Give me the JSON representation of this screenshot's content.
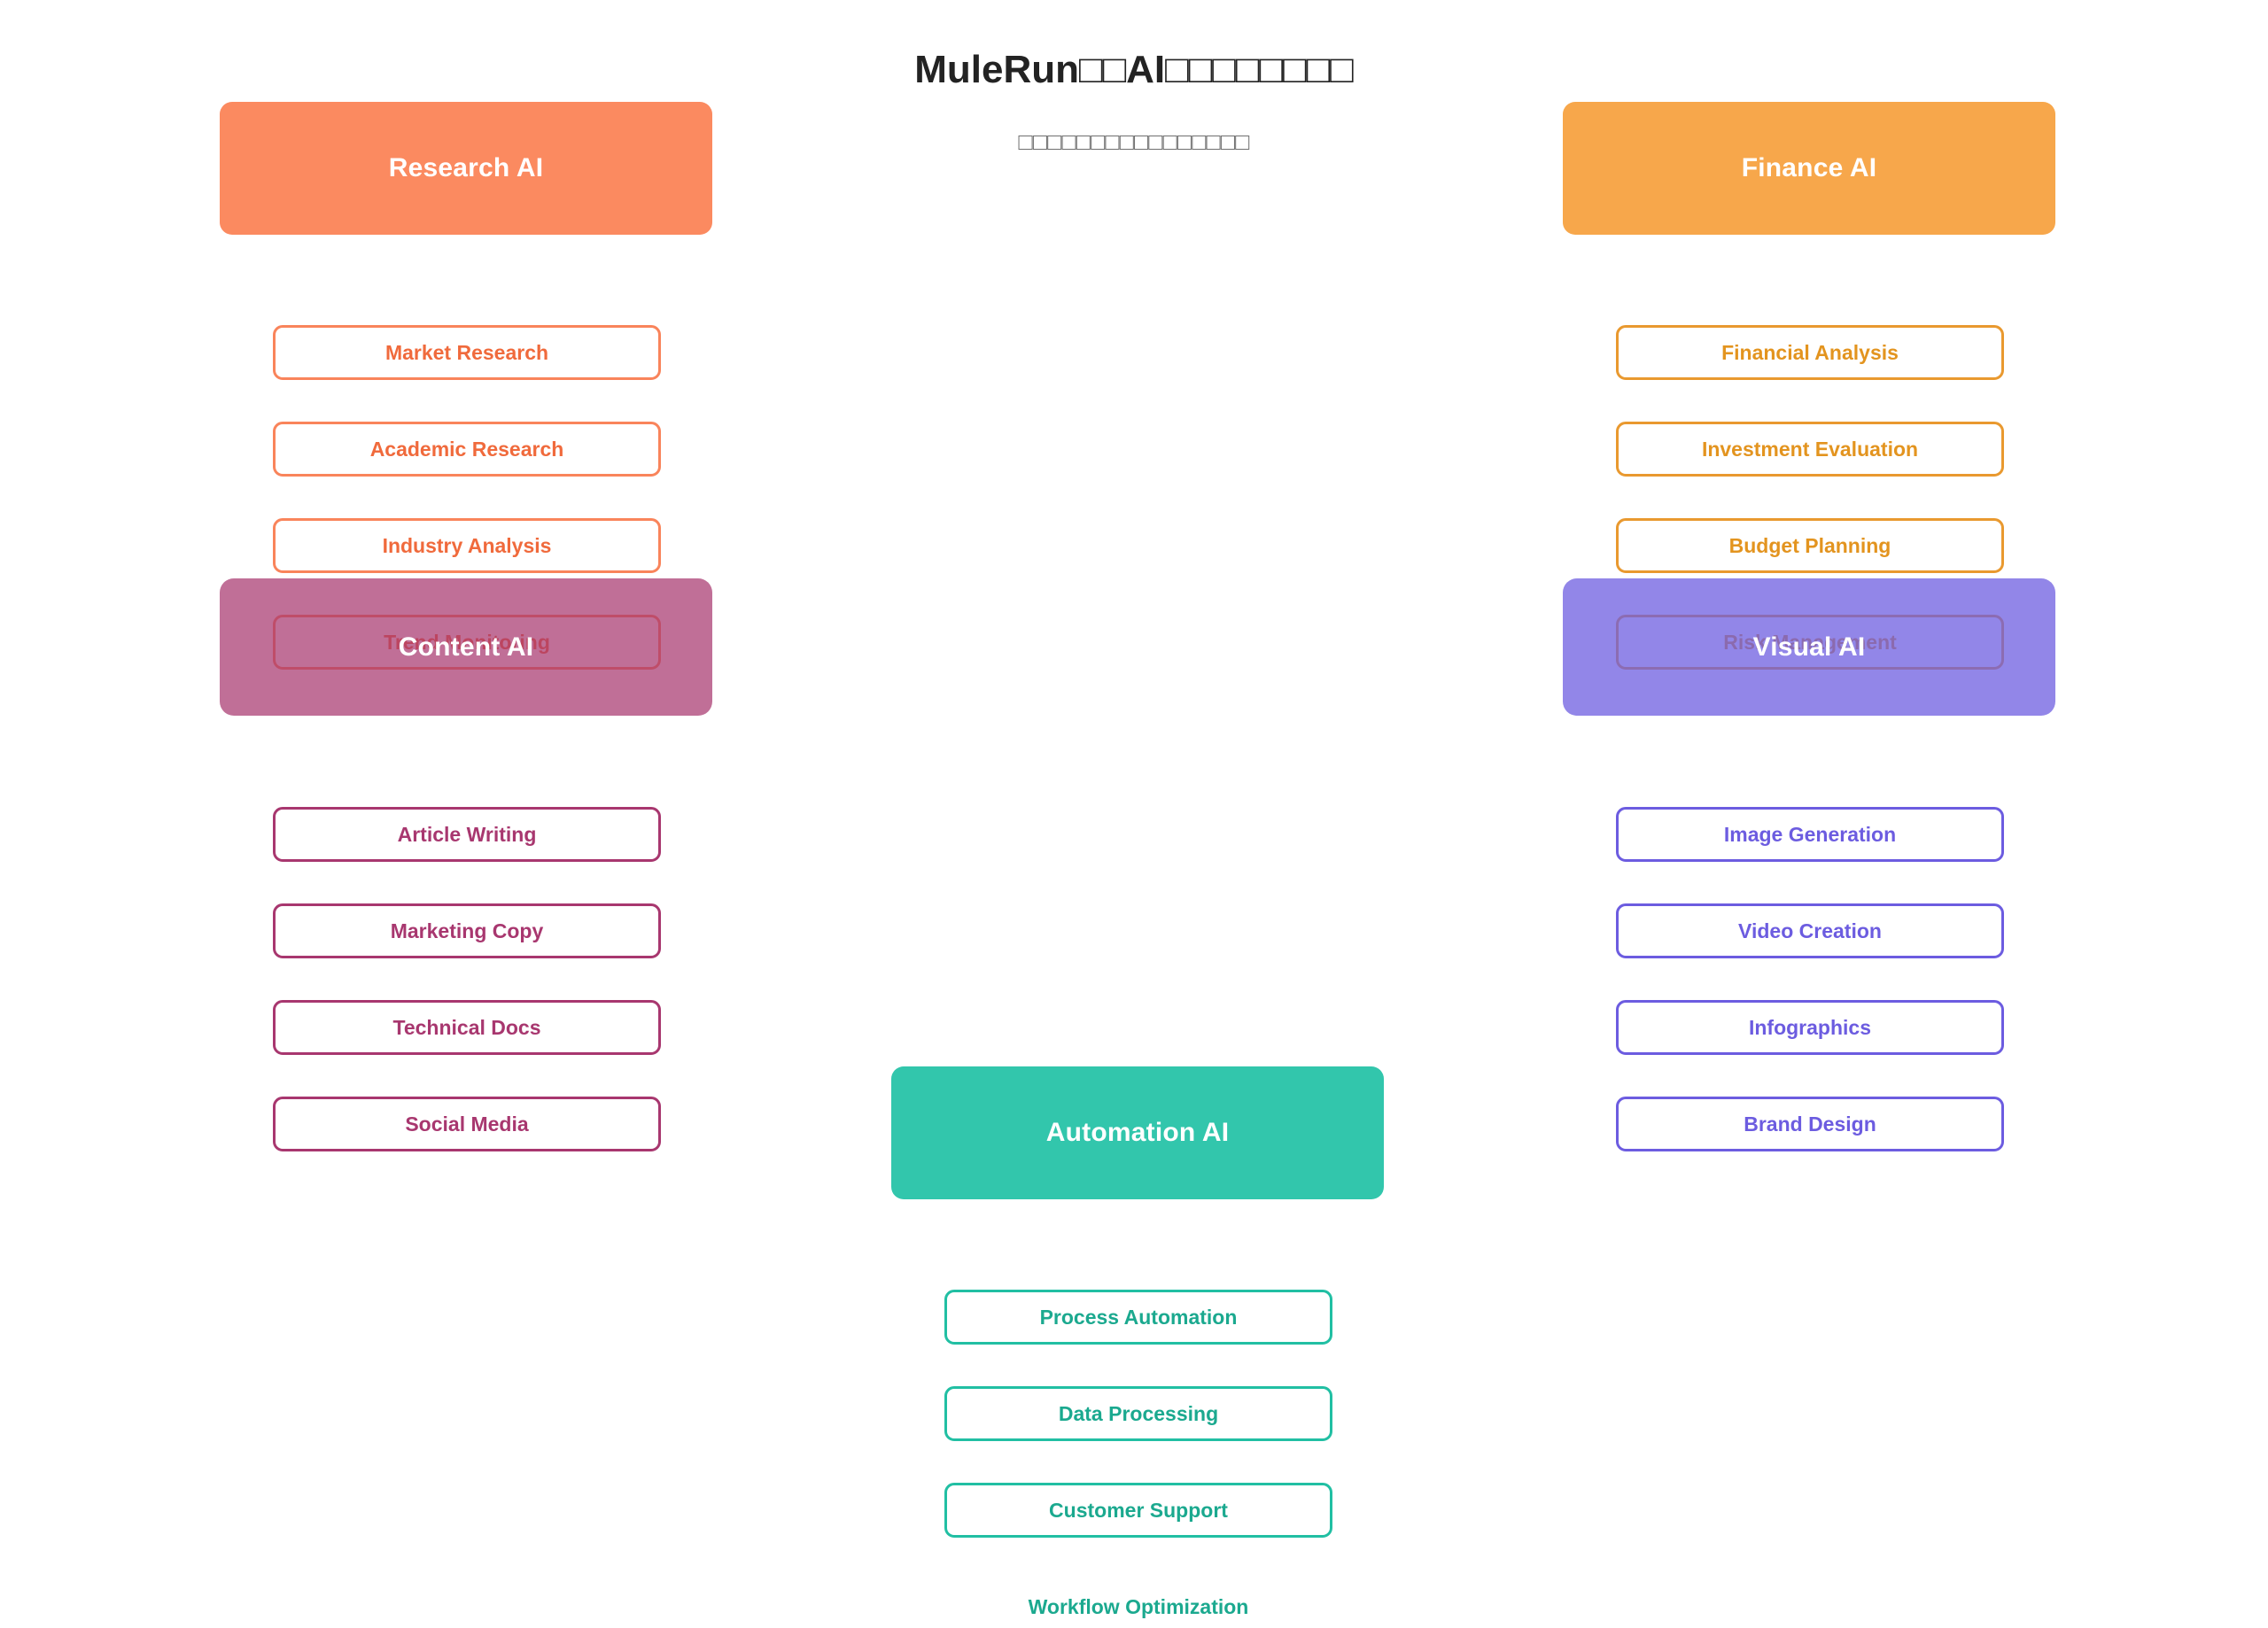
{
  "header": {
    "title": "MuleRun　　AI　　　　　　　　",
    "title_display": "MuleRun□□AI□□□□□□□□",
    "subtitle_display": "□□□□□□□□□□□□□□□□"
  },
  "colors": {
    "research": "#F9845B",
    "research_fill": "#FB8A60",
    "finance": "#E9992F",
    "finance_fill": "#F7A74B",
    "content": "#A8376F",
    "content_fill": "#B85F91",
    "visual": "#6C5CE0",
    "visual_fill": "#8A7FEA",
    "automation": "#21BFA3",
    "automation_fill": "#32C6AC",
    "page_bg": "#FFFFFF",
    "title_text": "#232323",
    "subtitle_text": "#6F6F6F"
  },
  "categories": [
    {
      "id": "research-ai",
      "label": "Research AI",
      "accent": "#F9845B",
      "fill": "#FB8A60",
      "items": [
        {
          "label": "Market Research"
        },
        {
          "label": "Academic Research"
        },
        {
          "label": "Industry Analysis"
        },
        {
          "label": "Trend Monitoring"
        }
      ]
    },
    {
      "id": "content-ai",
      "label": "Content AI",
      "accent": "#A8376F",
      "fill": "#B85F91",
      "items": [
        {
          "label": "Article Writing"
        },
        {
          "label": "Marketing Copy"
        },
        {
          "label": "Technical Docs"
        },
        {
          "label": "Social Media"
        }
      ]
    },
    {
      "id": "finance-ai",
      "label": "Finance AI",
      "accent": "#E9992F",
      "fill": "#F7A74B",
      "items": [
        {
          "label": "Financial Analysis"
        },
        {
          "label": "Investment Evaluation"
        },
        {
          "label": "Budget Planning"
        },
        {
          "label": "Risk Management"
        }
      ]
    },
    {
      "id": "visual-ai",
      "label": "Visual AI",
      "accent": "#6C5CE0",
      "fill": "#8A7FEA",
      "items": [
        {
          "label": "Image Generation"
        },
        {
          "label": "Video Creation"
        },
        {
          "label": "Infographics"
        },
        {
          "label": "Brand Design"
        }
      ]
    },
    {
      "id": "automation-ai",
      "label": "Automation AI",
      "accent": "#21BFA3",
      "fill": "#32C6AC",
      "items": [
        {
          "label": "Process Automation"
        },
        {
          "label": "Data Processing"
        },
        {
          "label": "Customer Support"
        },
        {
          "label": "Workflow Optimization"
        }
      ]
    }
  ]
}
